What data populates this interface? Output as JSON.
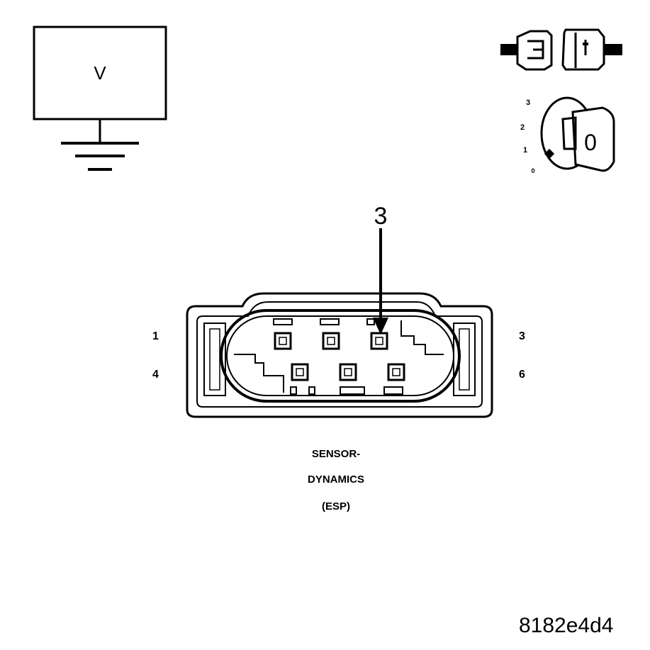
{
  "voltmeter": {
    "symbol": "V",
    "icon": "voltmeter-ground-icon"
  },
  "connector_icon": "disconnected-connector-icon",
  "ignition": {
    "icon": "ignition-key-switch-icon",
    "positions": [
      "3",
      "2",
      "1",
      "0"
    ],
    "key_label": "0"
  },
  "pin_callout": "3",
  "connector": {
    "pin_labels": {
      "top_left": "1",
      "top_right": "3",
      "bottom_left": "4",
      "bottom_right": "6"
    },
    "caption_lines": [
      "SENSOR-",
      "DYNAMICS",
      "(ESP)"
    ]
  },
  "figure_code": "8182e4d4"
}
